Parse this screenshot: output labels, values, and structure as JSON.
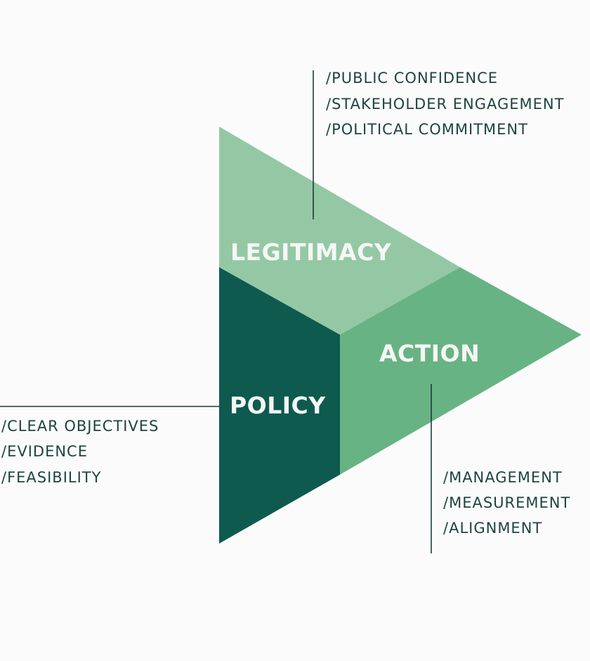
{
  "diagram": {
    "colors": {
      "legitimacy": "#94c8a4",
      "action": "#68b383",
      "policy": "#0e5a4e",
      "text_dark": "#1d4440",
      "text_light": "#f4f7f5",
      "line": "#1f3b39"
    },
    "legitimacy": {
      "title": "LEGITIMACY",
      "items": [
        "/PUBLIC CONFIDENCE",
        "/STAKEHOLDER ENGAGEMENT",
        "/POLITICAL COMMITMENT"
      ]
    },
    "action": {
      "title": "ACTION",
      "items": [
        "/MANAGEMENT",
        "/MEASUREMENT",
        "/ALIGNMENT"
      ]
    },
    "policy": {
      "title": "POLICY",
      "items": [
        "/CLEAR OBJECTIVES",
        "/EVIDENCE",
        "/FEASIBILITY"
      ]
    }
  }
}
